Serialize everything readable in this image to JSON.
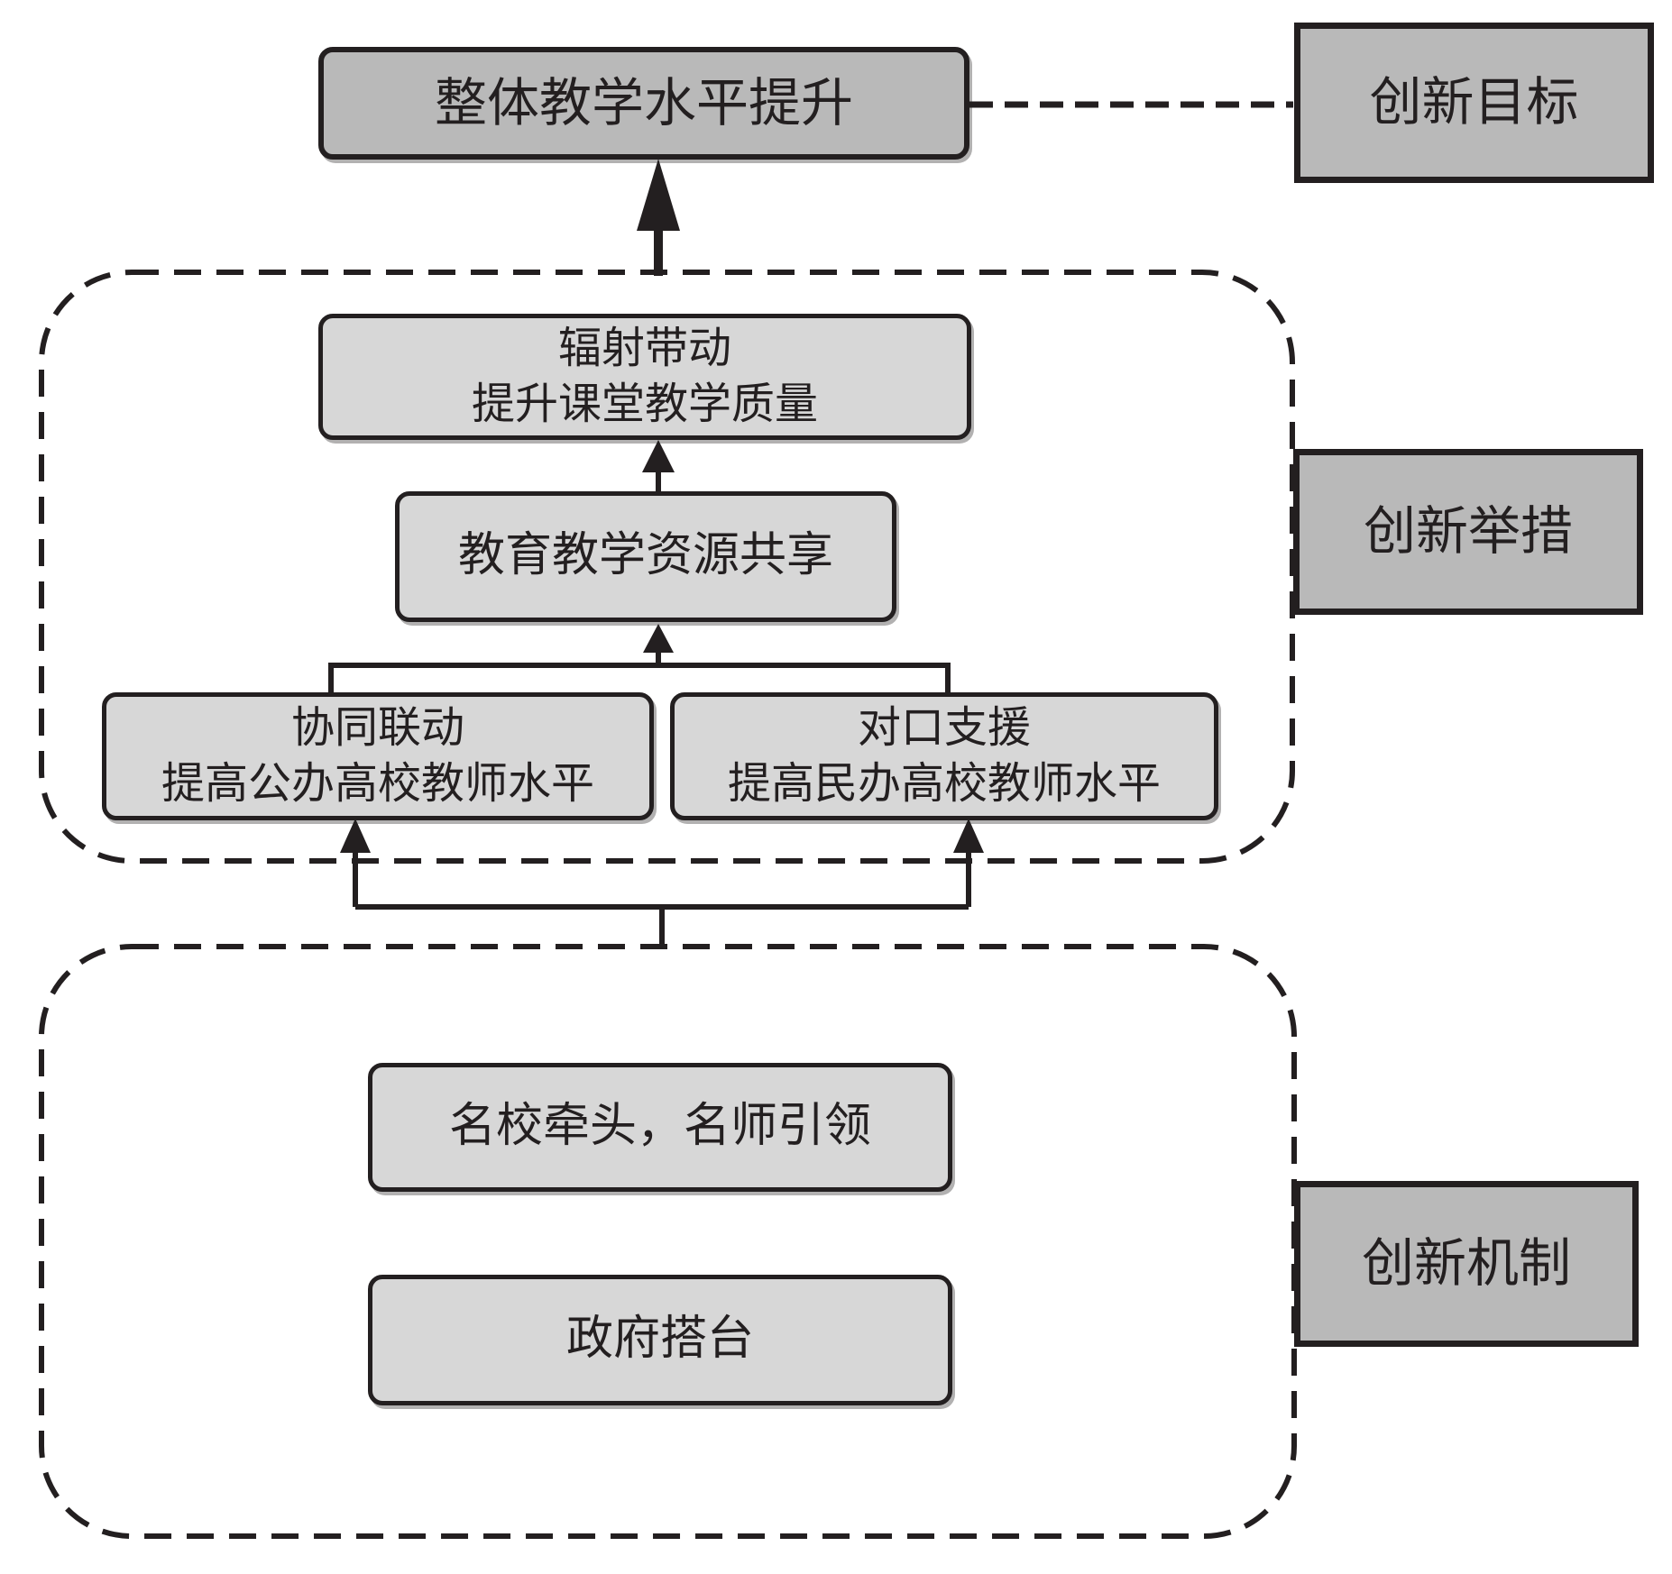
{
  "diagram": {
    "goal": {
      "result_box": "整体教学水平提升",
      "label": "创新目标"
    },
    "measures": {
      "label": "创新举措",
      "radiate": {
        "line1": "辐射带动",
        "line2": "提升课堂教学质量"
      },
      "share": "教育教学资源共享",
      "collab": {
        "line1": "协同联动",
        "line2": "提高公办高校教师水平"
      },
      "support": {
        "line1": "对口支援",
        "line2": "提高民办高校教师水平"
      }
    },
    "mechanism": {
      "label": "创新机制",
      "lead": "名校牵头，名师引领",
      "gov": "政府搭台"
    },
    "colors": {
      "background": "#ffffff",
      "box_fill_light": "#d7d7d7",
      "box_fill_dark": "#b9b9b9",
      "line": "#231f20"
    }
  }
}
